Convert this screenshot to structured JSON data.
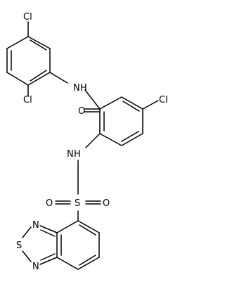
{
  "atoms": {
    "cl_top": "Cl",
    "nh_amide": "N",
    "h_amide": "H",
    "cl_left": "Cl",
    "o_carbonyl": "O",
    "cl_right": "Cl",
    "n_sulfonamide": "N",
    "h_sulfonamide": "H",
    "s_sulfonyl": "S",
    "o_sulfonyl_left": "O",
    "o_sulfonyl_right": "O",
    "n_thiadiazole_top": "N",
    "s_thiadiazole": "S",
    "n_thiadiazole_bottom": "N"
  }
}
